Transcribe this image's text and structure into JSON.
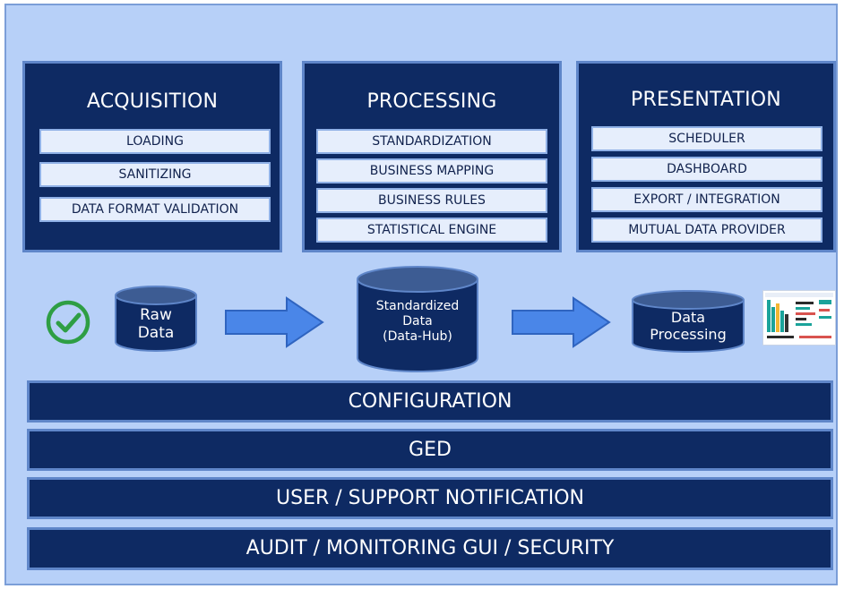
{
  "modules": [
    {
      "title": "ACQUISITION",
      "items": [
        "LOADING",
        "SANITIZING",
        "DATA FORMAT VALIDATION"
      ]
    },
    {
      "title": "PROCESSING",
      "items": [
        "STANDARDIZATION",
        "BUSINESS MAPPING",
        "BUSINESS RULES",
        "STATISTICAL ENGINE"
      ]
    },
    {
      "title": "PRESENTATION",
      "items": [
        "SCHEDULER",
        "DASHBOARD",
        "EXPORT / INTEGRATION",
        "MUTUAL DATA PROVIDER"
      ]
    }
  ],
  "flow": {
    "status_icon": "check-circle-icon",
    "status_color": "#2e9e44",
    "raw": {
      "line1": "Raw",
      "line2": "Data"
    },
    "hub": {
      "line1": "Standardized",
      "line2": "Data",
      "line3": "(Data-Hub)"
    },
    "processing": {
      "line1": "Data",
      "line2": "Processing"
    },
    "output_icon": "dashboard-thumbnail-icon"
  },
  "bands": [
    "CONFIGURATION",
    "GED",
    "USER / SUPPORT NOTIFICATION",
    "AUDIT / MONITORING GUI / SECURITY"
  ],
  "colors": {
    "module_bg": "#0e2a63",
    "module_border": "#5f86c9",
    "item_bg": "#e6eefc",
    "canvas_bg": "#b7d0f8",
    "arrow_fill": "#4a86e8",
    "cylinder_fill": "#0e2a63"
  }
}
